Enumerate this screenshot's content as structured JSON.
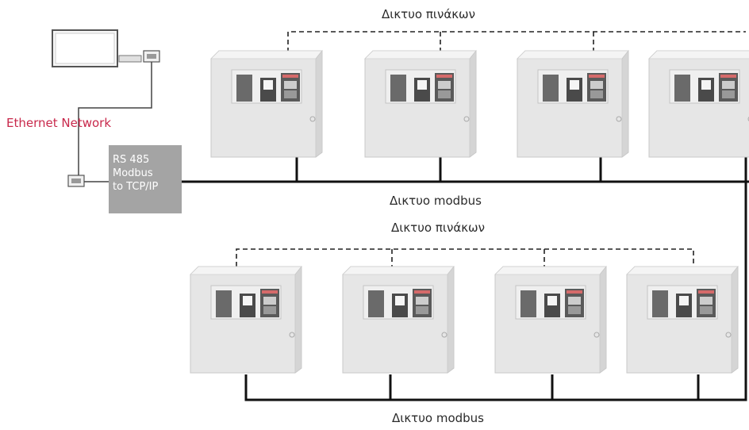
{
  "labels": {
    "panel_network_top": "Δικτυο πινάκων",
    "modbus_network_top": "Δικτυο modbus",
    "panel_network_bottom": "Δικτυο πινάκων",
    "modbus_network_bottom": "Δικτυο modbus",
    "ethernet": "Ethernet Network"
  },
  "gateway": {
    "line1": "RS 485",
    "line2": "Modbus",
    "line3": "to TCP/IP"
  },
  "colors": {
    "ethernet_text": "#c8284b",
    "gateway_bg": "#a4a4a4",
    "bus_line": "#111111",
    "panel_face": "#e9e9e9"
  }
}
